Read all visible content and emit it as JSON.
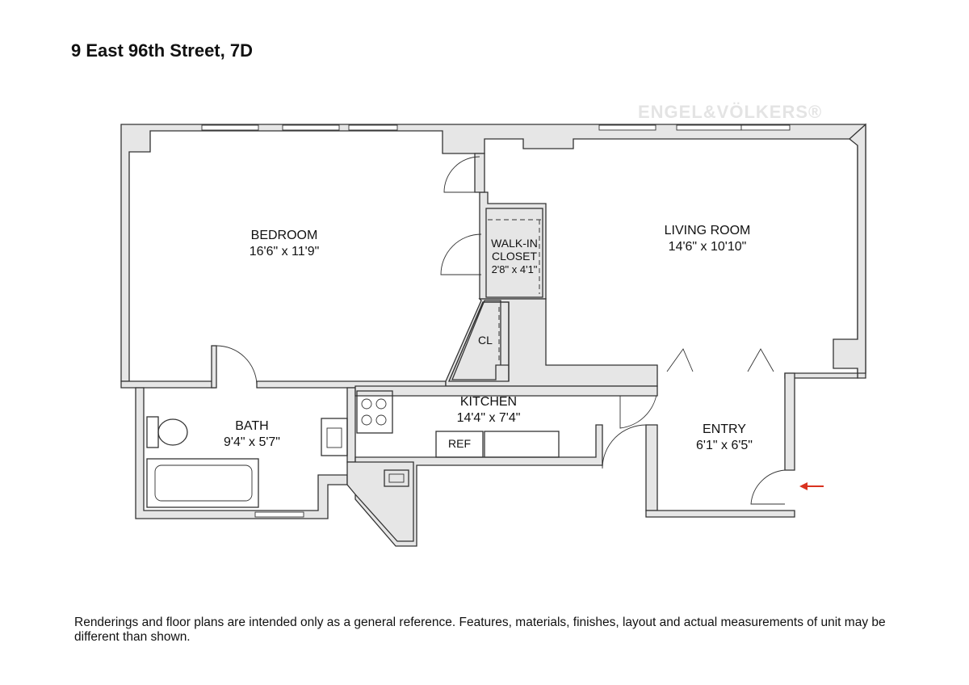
{
  "title": "9 East 96th Street, 7D",
  "watermark": "ENGEL&VÖLKERS®",
  "rooms": {
    "bedroom": {
      "name": "BEDROOM",
      "size": "16'6\" x 11'9\""
    },
    "living": {
      "name": "LIVING ROOM",
      "size": "14'6\" x 10'10\""
    },
    "closet": {
      "name1": "WALK-IN",
      "name2": "CLOSET",
      "size": "2'8\" x 4'1\""
    },
    "cl": {
      "name": "CL"
    },
    "kitchen": {
      "name": "KITCHEN",
      "size": "14'4\" x 7'4\""
    },
    "bath": {
      "name": "BATH",
      "size": "9'4\" x 5'7\""
    },
    "entry": {
      "name": "ENTRY",
      "size": "6'1\" x 6'5\""
    },
    "ref": {
      "name": "REF"
    }
  },
  "disclaimer": "Renderings and floor plans are intended only as a general reference. Features, materials, finishes, layout and actual measurements of unit may be different than shown.",
  "colors": {
    "wall_fill": "#e6e6e6",
    "wall_stroke": "#333333",
    "entry_arrow": "#d9321f"
  }
}
